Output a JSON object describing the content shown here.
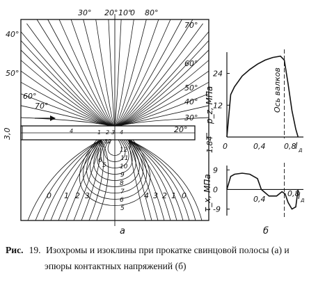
{
  "caption": {
    "prefix": "Рис.",
    "number": "19.",
    "line1": "Изохромы и изоклины при прокатке свинцовой полосы (а) и",
    "line2": "эпюры контактных напряжений (б)"
  },
  "panel_a": {
    "label": "а",
    "top_labels": [
      "30°",
      "20°",
      "10°",
      "0",
      "80°"
    ],
    "left_labels": [
      "40°",
      "50°",
      "60°",
      "70°"
    ],
    "right_labels": [
      "70°",
      "60°",
      "50°",
      "40°",
      "30°",
      "20°"
    ],
    "strip_left_dim": "3,0",
    "strip_right_dim": "1,84",
    "center_orders": [
      "4",
      "1",
      "2",
      "3",
      "4",
      "5",
      "6",
      "7",
      "8",
      "9",
      "10",
      "11"
    ],
    "lower_center_orders": [
      "12",
      "11",
      "10",
      "9",
      "8",
      "7",
      "6",
      "5"
    ],
    "bottom_left_orders": [
      "0",
      "1",
      "2",
      "3"
    ],
    "bottom_right_orders": [
      "4",
      "3",
      "2",
      "1",
      "0"
    ],
    "side_orders": [
      "5",
      "6"
    ]
  },
  "panel_b": {
    "label": "б",
    "roll_axis_label": "Ось валков",
    "chart_data": [
      {
        "type": "line",
        "ylabel": "p_z, МПа",
        "y_ticks": [
          "12",
          "24"
        ],
        "x_ticks": [
          "0",
          "0,4",
          "0,8",
          "l_d"
        ],
        "ylim": [
          0,
          32
        ],
        "xlim": [
          0,
          1.0
        ],
        "roll_axis_x": 0.75,
        "series": [
          {
            "x": [
              0,
              0.05,
              0.1,
              0.2,
              0.3,
              0.4,
              0.5,
              0.6,
              0.7,
              0.75,
              0.8,
              0.85,
              0.9,
              0.93
            ],
            "y": [
              0,
              16,
              19,
              23,
              25.5,
              27.5,
              29,
              30,
              30.5,
              29,
              20,
              10,
              3,
              0
            ]
          }
        ]
      },
      {
        "type": "line",
        "ylabel": "τ_x, МПа",
        "y_ticks": [
          "9",
          "0",
          "-9"
        ],
        "x_ticks": [
          "0,4",
          "0,8 l_d"
        ],
        "ylim": [
          -12,
          11
        ],
        "xlim": [
          0,
          1.0
        ],
        "roll_axis_x": 0.75,
        "series": [
          {
            "x": [
              0,
              0.05,
              0.1,
              0.2,
              0.3,
              0.4,
              0.45,
              0.55,
              0.65,
              0.72,
              0.76,
              0.8,
              0.85,
              0.9,
              0.93
            ],
            "y": [
              0,
              6,
              7,
              7.5,
              7,
              5,
              0,
              -3,
              -3,
              -1,
              -2,
              -6,
              -9,
              -8,
              0
            ]
          }
        ]
      }
    ]
  }
}
